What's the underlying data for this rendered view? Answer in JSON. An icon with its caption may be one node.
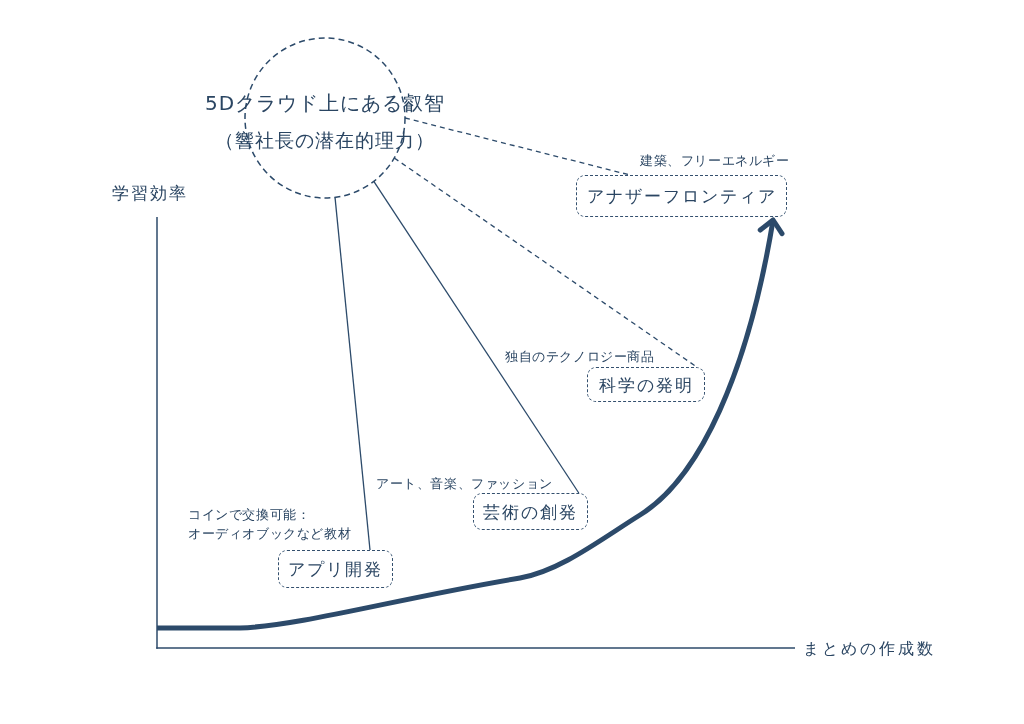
{
  "diagram": {
    "nodes": [
      {
        "text": [
          "5Dクラウド上にある叡智",
          "（響社長の潜在的理力）"
        ]
      },
      {
        "text": [
          "アナザーフロンティア"
        ],
        "beside": [
          "建築、フリーエネルギー"
        ]
      },
      {
        "text": [
          "科学の発明"
        ],
        "beside": [
          "独自のテクノロジー商品"
        ]
      },
      {
        "text": [
          "芸術の創発"
        ],
        "beside": [
          "アート、音楽、ファッション"
        ]
      },
      {
        "text": [
          "アプリ開発"
        ],
        "beside": [
          "コインで交換可能：オーディオブックなど教材"
        ]
      }
    ],
    "edges": [
      {
        "from": 0,
        "to": 1,
        "arrow": "none",
        "style": "dashed"
      },
      {
        "from": 0,
        "to": 2,
        "arrow": "none",
        "style": "dashed"
      },
      {
        "from": 0,
        "to": 3,
        "arrow": "none"
      },
      {
        "from": 0,
        "to": 4,
        "arrow": "none"
      },
      {
        "from": null,
        "to": 1,
        "arrow": "to",
        "style": "thick"
      }
    ],
    "labels": [
      "学習効率",
      "まとめの作成数"
    ]
  }
}
